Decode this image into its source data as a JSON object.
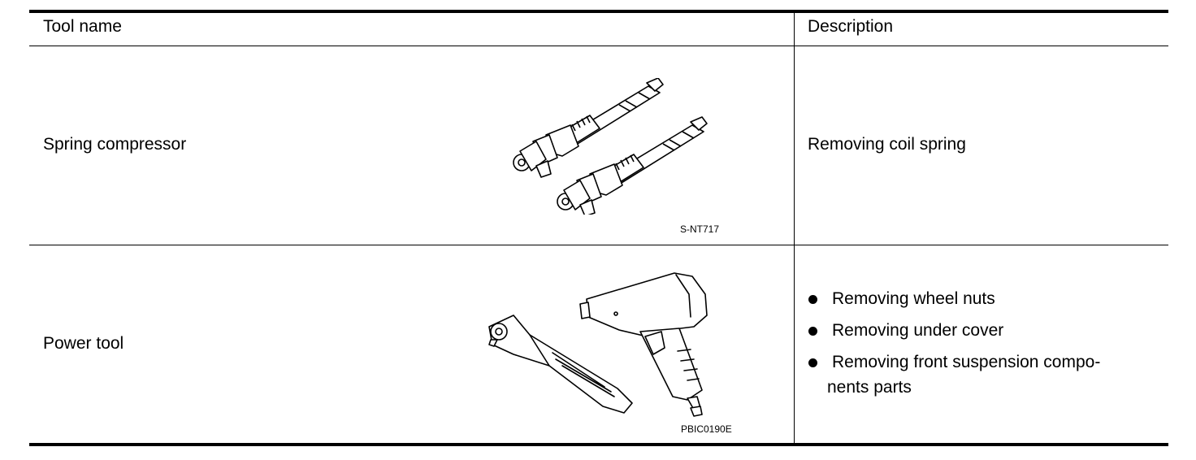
{
  "table": {
    "header": {
      "tool_name": "Tool name",
      "description": "Description"
    },
    "rows": [
      {
        "name": "Spring compressor",
        "description": "Removing coil spring",
        "figure_code": "S-NT717",
        "figure_icon": "spring-compressor-icon"
      },
      {
        "name": "Power tool",
        "description_items": [
          {
            "line1": "Removing wheel nuts"
          },
          {
            "line1": "Removing under cover"
          },
          {
            "line1": "Removing front suspension compo-",
            "line2": "nents parts"
          }
        ],
        "figure_code": "PBIC0190E",
        "figure_icon": "power-tool-icon"
      }
    ]
  }
}
